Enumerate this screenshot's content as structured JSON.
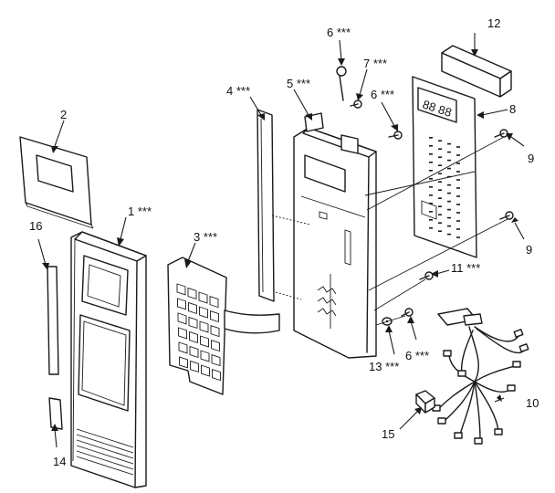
{
  "callouts": [
    {
      "id": "c1",
      "text": "1 ***"
    },
    {
      "id": "c2",
      "text": "2"
    },
    {
      "id": "c3",
      "text": "3 ***"
    },
    {
      "id": "c4",
      "text": "4 ***"
    },
    {
      "id": "c5",
      "text": "5 ***"
    },
    {
      "id": "c6a",
      "text": "6 ***"
    },
    {
      "id": "c7",
      "text": "7 ***"
    },
    {
      "id": "c6b",
      "text": "6 ***"
    },
    {
      "id": "c8",
      "text": "8"
    },
    {
      "id": "c9a",
      "text": "9"
    },
    {
      "id": "c9b",
      "text": "9"
    },
    {
      "id": "c10",
      "text": "10"
    },
    {
      "id": "c11",
      "text": "11 ***"
    },
    {
      "id": "c12",
      "text": "12"
    },
    {
      "id": "c13",
      "text": "13 ***"
    },
    {
      "id": "c6c",
      "text": "6 ***"
    },
    {
      "id": "c14",
      "text": "14"
    },
    {
      "id": "c15",
      "text": "15"
    },
    {
      "id": "c16",
      "text": "16"
    }
  ],
  "display": {
    "digits": "88 88"
  }
}
